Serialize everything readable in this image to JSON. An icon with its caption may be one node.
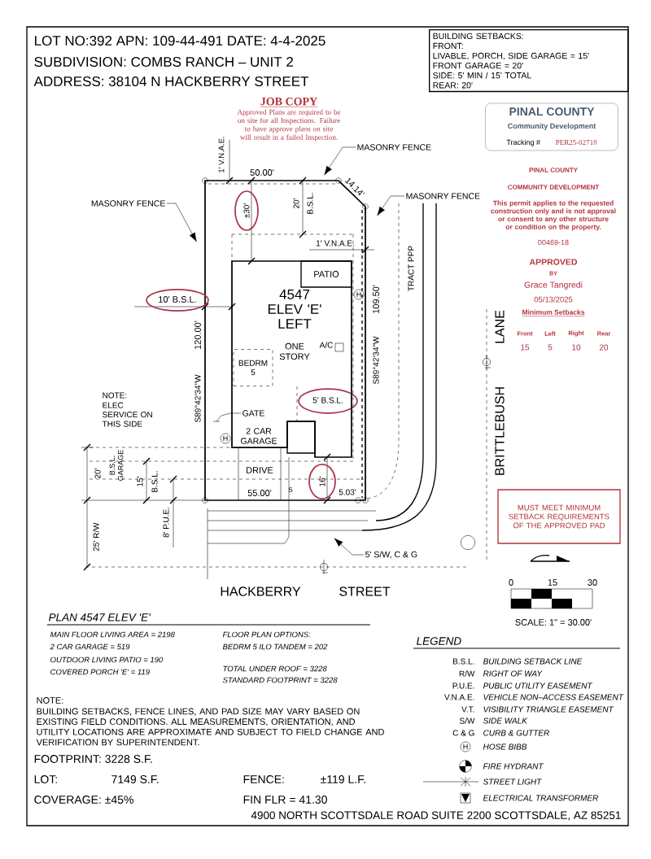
{
  "diagram": {
    "nodes": [
      {
        "text": [
          "BUILDING SETBACKS:",
          "FRONT:",
          "LIVABLE, PORCH, SIDE GARAGE = 15'",
          "FRONT GARAGE = 20'",
          "SIDE: 5' MIN / 15' TOTAL",
          "REAR: 20'"
        ]
      },
      {
        "text": [
          "PINAL COUNTY",
          "Community Development",
          "Tracking #",
          "PER25-02718"
        ]
      },
      {
        "text": [
          "MUST MEET MINIMUM SETBACK REQUIREMENTS OF THE APPROVED PAD"
        ]
      },
      {
        "text": [
          "4547",
          "ELEV 'E'",
          "LEFT",
          "ONE STORY"
        ]
      },
      {
        "text": [
          "PATIO"
        ],
        "in": 3
      },
      {
        "text": [
          "BEDRM 5"
        ],
        "in": 3
      },
      {
        "text": [
          "MASONRY FENCE"
        ]
      },
      {
        "text": [
          "MASONRY FENCE"
        ]
      },
      {
        "text": [
          "MASONRY FENCE"
        ]
      },
      {
        "text": [
          "GATE"
        ],
        "in": 3
      },
      {
        "text": [
          "5' S/W, C & G"
        ]
      }
    ],
    "edges": [
      {
        "from": 6,
        "to": null,
        "arrow": "to"
      },
      {
        "from": 7,
        "to": null,
        "arrow": "to"
      },
      {
        "from": 8,
        "to": null,
        "arrow": "to"
      },
      {
        "from": 9,
        "to": null,
        "arrow": "none"
      },
      {
        "from": 10,
        "to": null,
        "arrow": "to"
      }
    ],
    "labels": [
      "LOT NO:392 APN: 109-44-491 DATE: 4-4-2025",
      "SUBDIVISION: COMBS RANCH – UNIT 2",
      "ADDRESS: 38104 N HACKBERRY STREET",
      "JOB COPY",
      "Approved Plans are required to be on site for all Inspections. Failure to have approve plans on site will result in a failed Inspection.",
      "PINAL COUNTY",
      "COMMUNITY DEVELOPMENT",
      "This permit applies to the requested construction only and is not approval or consent to any other structure or condition on the property.",
      "00469-18",
      "APPROVED",
      "BY",
      "Grace Tangredi",
      "05/13/2025",
      "Minimum Setbacks",
      "Front",
      "Left",
      "Right",
      "Rear",
      "15",
      "5",
      "10",
      "20",
      "1' V.N.A.E.",
      "50.00'",
      "14.14'",
      "20'",
      "B.S.L.",
      "±30'",
      "1' V.N.A.E.",
      "10' B.S.L.",
      "109.50'",
      "S89°42'34\"W",
      "120.00'",
      "S89°42'34\"W",
      "TRACT PPP",
      "A/C",
      "5' B.S.L.",
      "NOTE:",
      "ELEC SERVICE ON THIS SIDE",
      "2 CAR GARAGE",
      "H",
      "H",
      "DRIVE",
      "55.00'",
      "S",
      "16'",
      "5.03'",
      "20'",
      "B.S.L. GARAGE",
      "15'",
      "B.S.L.",
      "8' P.U.E.",
      "25' R/W",
      "HACKBERRY",
      "STREET",
      "BRITTLEBUSH",
      "LANE",
      "0",
      "15",
      "30",
      "SCALE: 1\" = 30.00'",
      "PLAN 4547 ELEV 'E'",
      "MAIN FLOOR LIVING AREA = 2198",
      "2 CAR GARAGE = 519",
      "OUTDOOR LIVING PATIO = 190",
      "COVERED PORCH 'E' = 119",
      "FLOOR PLAN OPTIONS:",
      "BEDRM 5 ILO TANDEM = 202",
      "TOTAL UNDER ROOF = 3228",
      "STANDARD FOOTPRINT = 3228",
      "NOTE:",
      "BUILDING SETBACKS, FENCE LINES, AND PAD SIZE MAY VARY BASED ON EXISTING FIELD CONDITIONS. ALL MEASUREMENTS, ORIENTATION, AND UTILITY LOCATIONS ARE APPROXIMATE AND SUBJECT TO FIELD CHANGE AND VERIFICATION BY SUPERINTENDENT.",
      "FOOTPRINT: 3228 S.F.",
      "LOT:",
      "7149 S.F.",
      "FENCE:",
      "±119 L.F.",
      "COVERAGE: ±45%",
      "FIN FLR = 41.30",
      "4900 NORTH SCOTTSDALE ROAD SUITE 2200 SCOTTSDALE, AZ 85251",
      "LEGEND",
      "B.S.L.",
      "R/W",
      "P.U.E.",
      "V.N.A.E.",
      "V.T.",
      "S/W",
      "C & G",
      "H"
    ],
    "legend": [
      {
        "text": "BUILDING SETBACK LINE"
      },
      {
        "text": "RIGHT OF WAY"
      },
      {
        "text": "PUBLIC UTILITY EASEMENT"
      },
      {
        "text": "VEHICLE NON–ACCESS EASEMENT"
      },
      {
        "text": "VISIBILITY TRIANGLE EASEMENT"
      },
      {
        "text": "SIDE WALK"
      },
      {
        "text": "CURB & GUTTER"
      },
      {
        "text": "HOSE BIBB"
      },
      {
        "text": "FIRE HYDRANT"
      },
      {
        "text": "STREET LIGHT"
      },
      {
        "text": "ELECTRICAL TRANSFORMER"
      }
    ]
  }
}
